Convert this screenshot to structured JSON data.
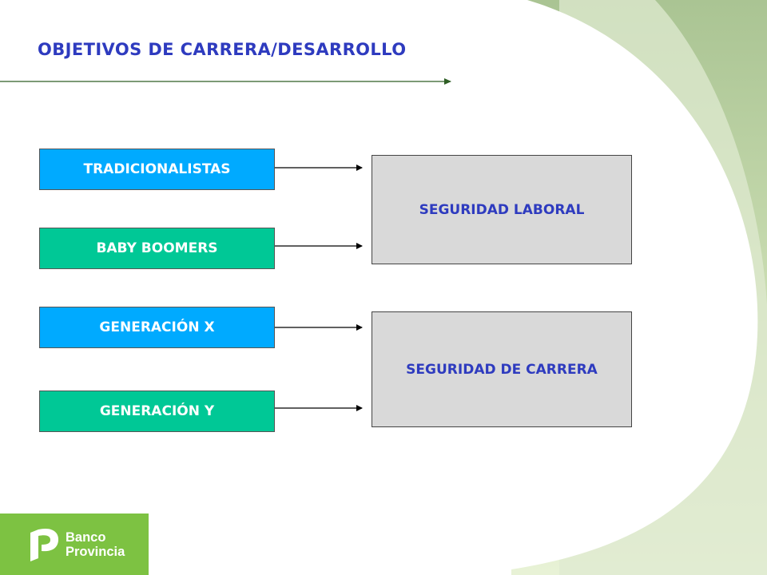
{
  "slide": {
    "title": "OBJETIVOS DE CARRERA/DESARROLLO",
    "title_color": "#2e3bbf"
  },
  "generations": [
    {
      "label": "TRADICIONALISTAS",
      "color": "#00aaff"
    },
    {
      "label": "BABY BOOMERS",
      "color": "#00c896"
    },
    {
      "label": "GENERACIÓN X",
      "color": "#00aaff"
    },
    {
      "label": "GENERACIÓN Y",
      "color": "#00c896"
    }
  ],
  "targets": [
    {
      "label": "SEGURIDAD LABORAL",
      "fill": "#d9d9d9"
    },
    {
      "label": "SEGURIDAD DE CARRERA",
      "fill": "#d9d9d9"
    }
  ],
  "target_text_color": "#2e3bbf",
  "accent_green": "#8cc63f",
  "logo": {
    "line1": "Banco",
    "line2": "Provincia",
    "icon": "banco-provincia-logo-icon",
    "color": "#7dc242"
  }
}
